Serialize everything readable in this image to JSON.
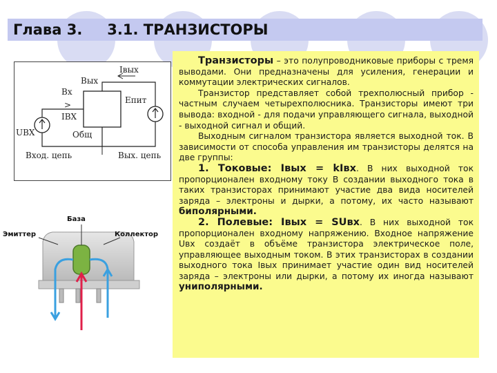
{
  "title": {
    "chapter": "Глава 3.",
    "section": "3.1. ТРАНЗИСТОРЫ"
  },
  "circuit": {
    "label_vyh": "Вых",
    "label_ivyh": "Iвых",
    "label_vh": "Вх",
    "label_gt": ">",
    "label_ivh": "IВХ",
    "label_epit": "Eпит",
    "label_uvh": "UВХ",
    "label_obsh": "Общ",
    "label_vhod_cep": "Вход. цепь",
    "label_vyh_cep": "Вых. цепь"
  },
  "device": {
    "label_baza": "База",
    "label_emitter": "Эмиттер",
    "label_kollektor": "Коллектор"
  },
  "text": {
    "p1_term": "Транзисторы",
    "p1_rest": " – это полупроводниковые приборы с тремя выводами. Они предназначены для усиления, генерации и коммутации электрических сигналов.",
    "p2": "Транзистор представляет собой трехполюсный прибор - частным случаем четырехполюсника. Транзисторы имеют три вывода: входной - для подачи управляющего сигнала, выходной - выходной сигнал и общий.",
    "p3": "Выходным сигналом транзистора является выходной ток. В зависимости от способа управления им транзисторы делятся на две группы:",
    "p4_head": "1. Токовые: Iвых = kIвх",
    "p4_rest": ". В них выходной ток пропорционален входному току В создании выходного тока в таких транзисторах принимают участие два вида носителей заряда – электроны и дырки, а потому, их часто называют ",
    "p4_term": "биполярными.",
    "p5_head": "2. Полевые: Iвых = SUвх",
    "p5_rest": ". В них выходной ток пропорционален входному напряжению. Входное напряжение Uвх создаёт в объёме транзистора электрическое поле, управляющее выходным током. В этих транзисторах в создании выходного тока Iвых принимает участие один вид носителей заряда – электроны или дырки, а потому их иногда называют ",
    "p5_term": "униполярными."
  },
  "colors": {
    "title_bar": "#c4c9f0",
    "text_panel": "#fbfb8e",
    "deco_circles": "#d9dcf3",
    "arrow_red": "#e0204a",
    "arrow_blue": "#3aa0e0",
    "base_green": "#7cb342"
  }
}
